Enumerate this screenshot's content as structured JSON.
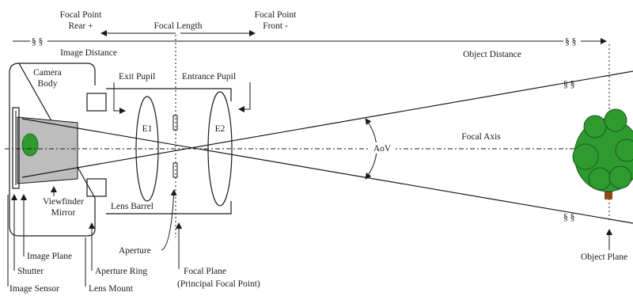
{
  "labels": {
    "focal_point_rear": [
      "Focal Point",
      "Rear +"
    ],
    "focal_length": "Focal Length",
    "focal_point_front": [
      "Focal Point",
      "Front -"
    ],
    "image_distance": "Image Distance",
    "object_distance": "Object Distance",
    "camera_body": [
      "Camera",
      "Body"
    ],
    "exit_pupil": "Exit Pupil",
    "entrance_pupil": "Entrance Pupil",
    "e1": "E1",
    "e2": "E2",
    "aov": "AoV",
    "focal_axis": "Focal Axis",
    "viewfinder_mirror": [
      "Viewfinder",
      "Mirror"
    ],
    "lens_barrel": "Lens Barrel",
    "aperture": "Aperture",
    "image_plane": "Image Plane",
    "shutter": "Shutter",
    "aperture_ring": "Aperture Ring",
    "focal_plane": [
      "Focal Plane",
      "(Principal Focal Point)"
    ],
    "image_sensor": "Image Sensor",
    "lens_mount": "Lens Mount",
    "object_plane": "Object Plane"
  },
  "colors": {
    "tree_green": "#2f9a2f",
    "tree_trunk": "#8b4a1a",
    "mirror_fill": "#bdbdbd"
  }
}
